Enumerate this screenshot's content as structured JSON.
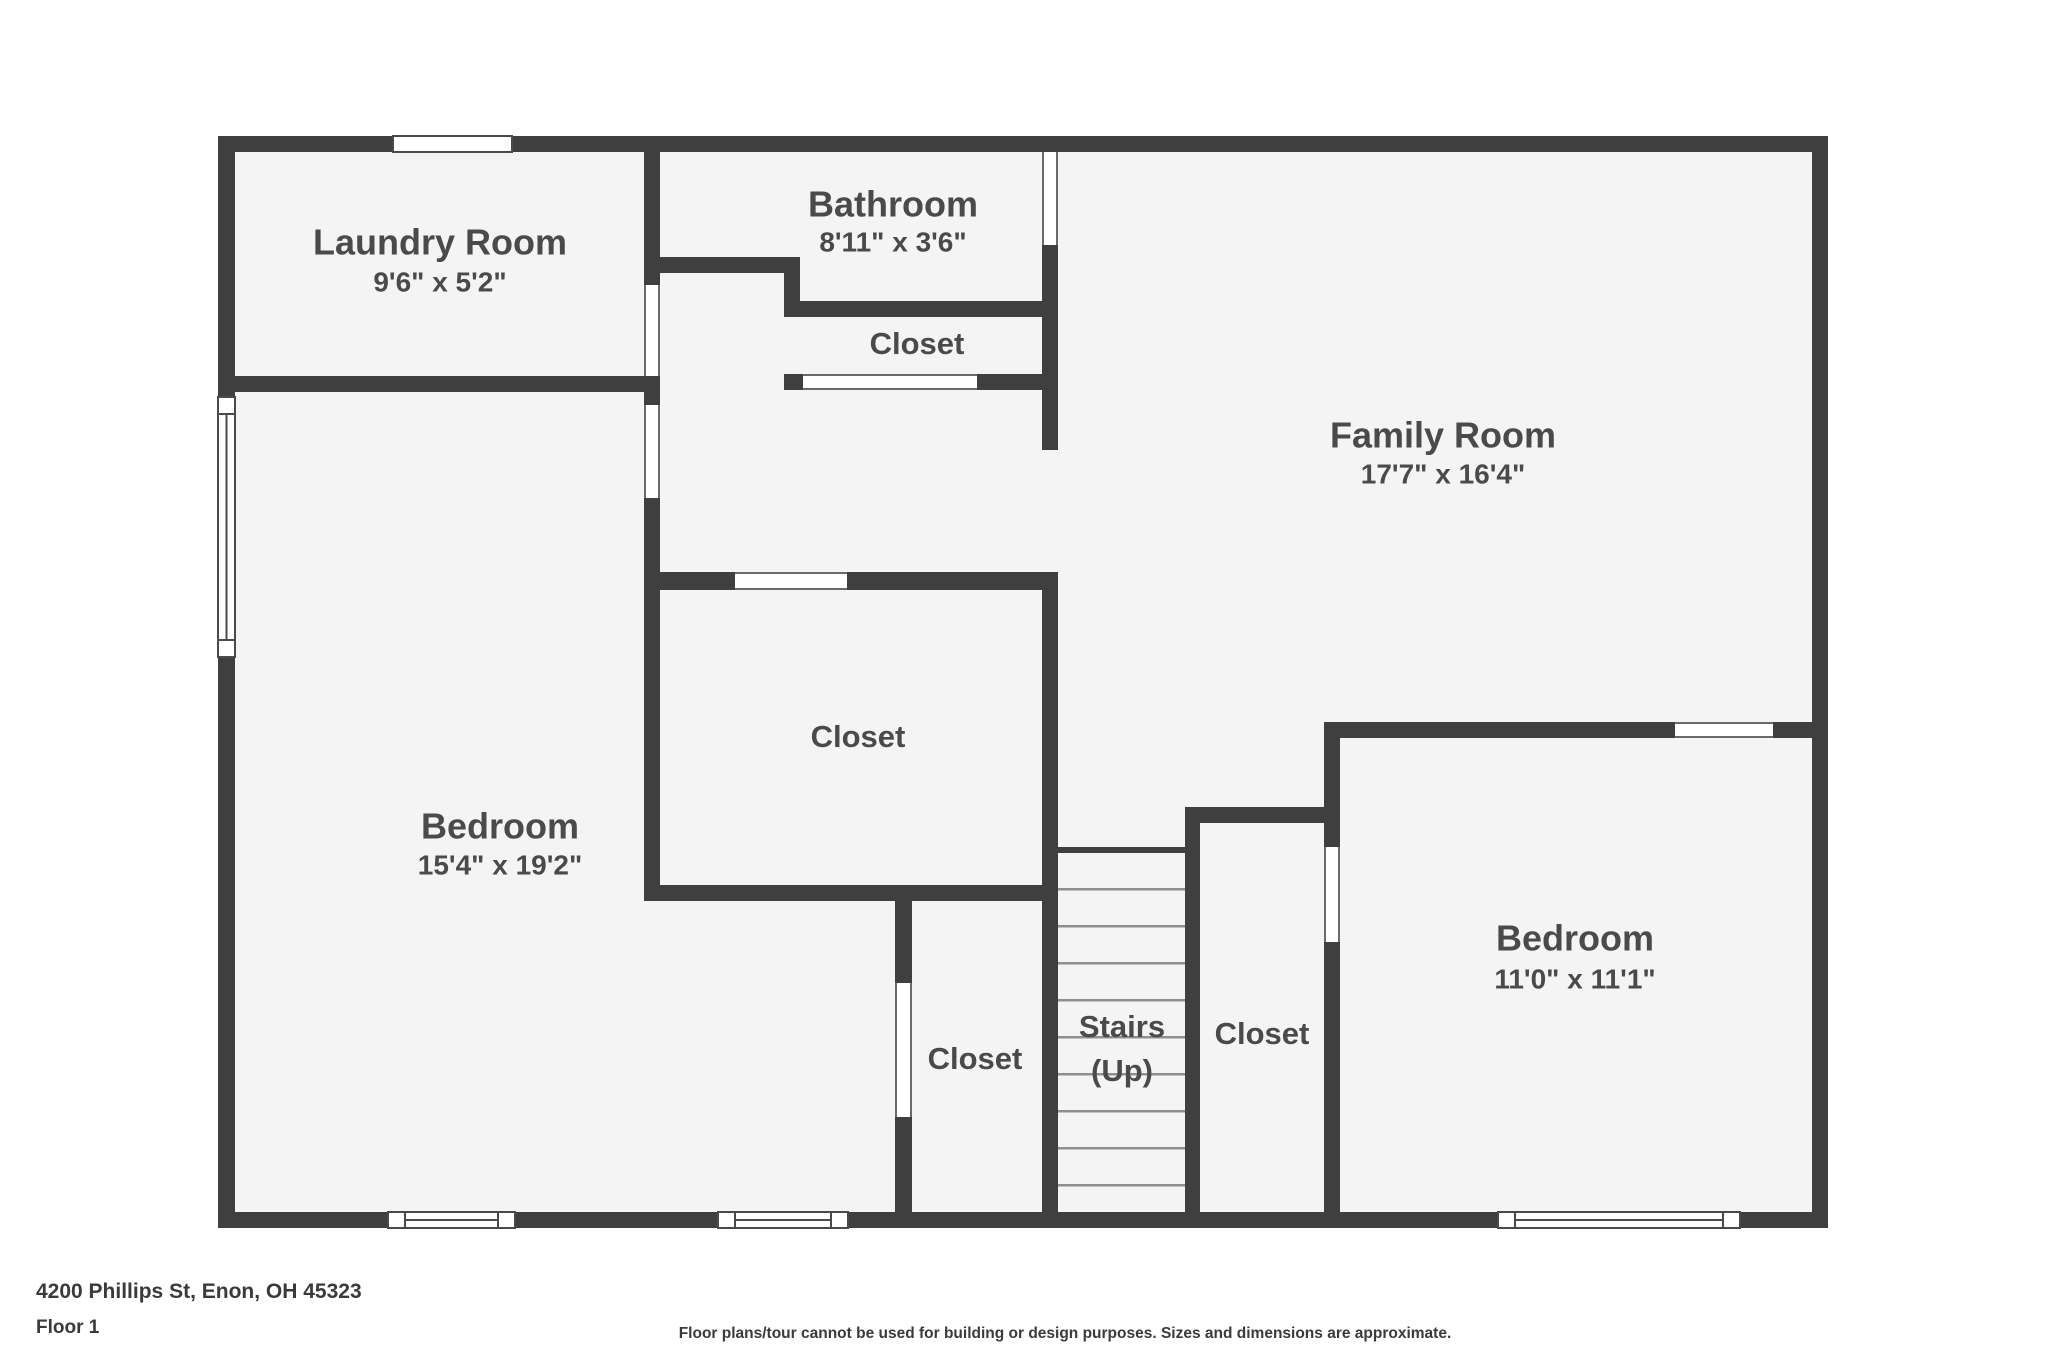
{
  "floor_plan": {
    "rooms": {
      "laundry": {
        "name": "Laundry Room",
        "dims": "9'6\" x 5'2\""
      },
      "bathroom": {
        "name": "Bathroom",
        "dims": "8'11\" x 3'6\""
      },
      "bathroom_closet": {
        "name": "Closet"
      },
      "family_room": {
        "name": "Family Room",
        "dims": "17'7\" x 16'4\""
      },
      "bedroom_left": {
        "name": "Bedroom",
        "dims": "15'4\" x 19'2\""
      },
      "closet_center": {
        "name": "Closet"
      },
      "closet_bottom_middle": {
        "name": "Closet"
      },
      "stairs": {
        "label": "Stairs",
        "direction": "(Up)"
      },
      "closet_right": {
        "name": "Closet"
      },
      "bedroom_right": {
        "name": "Bedroom",
        "dims": "11'0\" x 11'1\""
      }
    },
    "colors": {
      "wall": "#3f3f3f",
      "floor": "#f4f4f4",
      "label": "#4a4a4a"
    }
  },
  "footer": {
    "address": "4200 Phillips St, Enon, OH 45323",
    "floor_label": "Floor 1",
    "disclaimer": "Floor plans/tour cannot be used for building or design purposes. Sizes and dimensions are approximate."
  }
}
